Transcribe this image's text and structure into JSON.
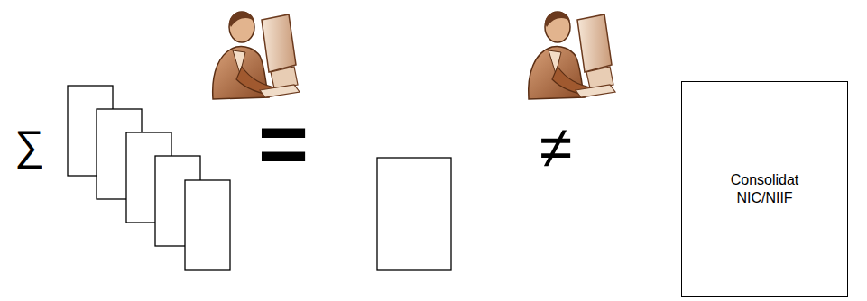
{
  "diagram": {
    "nodes": [
      {
        "text": [
          "Consolidat NIC/NIIF"
        ]
      }
    ],
    "labels": [
      "∑",
      "=",
      "≠"
    ]
  }
}
